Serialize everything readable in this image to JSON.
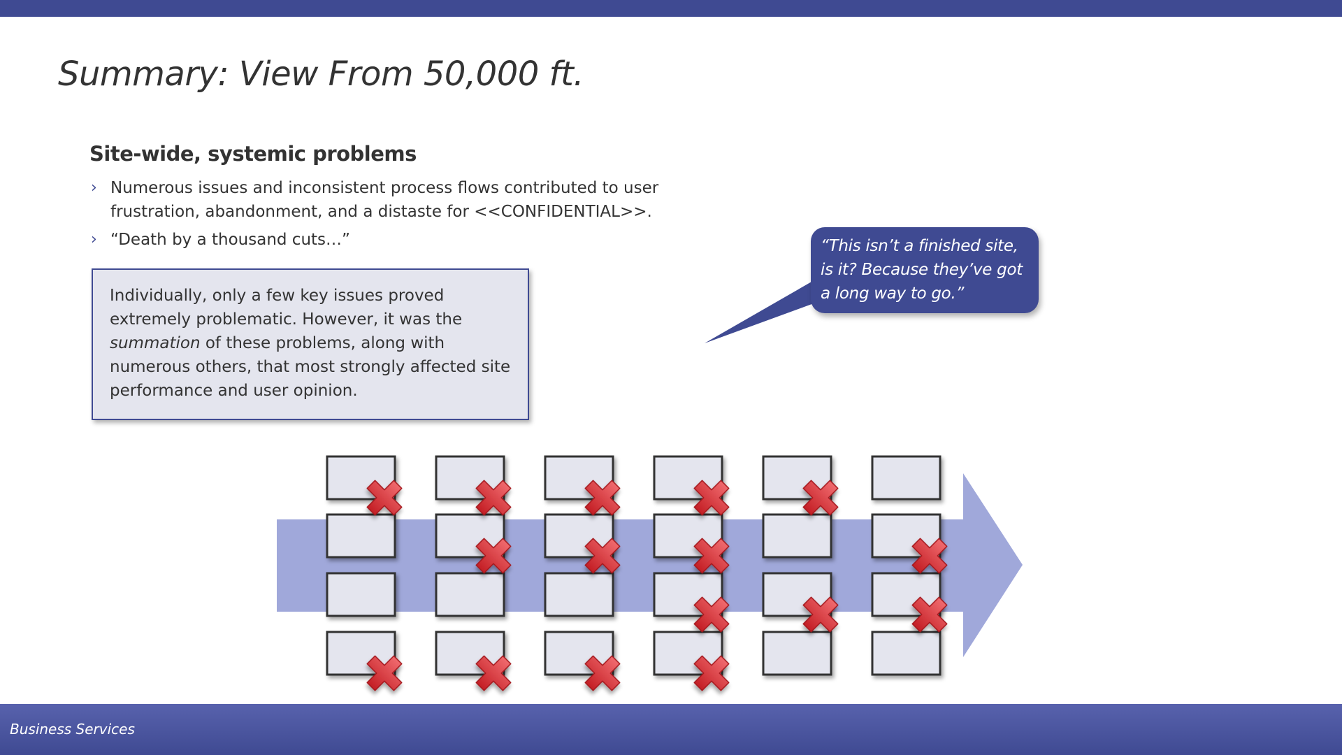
{
  "title": "Summary: View From 50,000 ft.",
  "section": {
    "heading": "Site-wide, systemic problems",
    "bullets": [
      "Numerous issues and inconsistent process flows contributed to user frustration, abandonment, and a distaste for <<CONFIDENTIAL>>.",
      "“Death by a thousand cuts…”"
    ],
    "bullet_glyph": "›"
  },
  "callout": {
    "before": "Individually, only a few key issues proved extremely problematic. However, it was the ",
    "emphasis": "summation",
    "after": " of these problems, along with numerous others, that most strongly affected site performance and user opinion."
  },
  "quote": "“This isn’t a finished site, is it? Because they’ve got a long way to go.”",
  "diagram": {
    "icon": "red-x-icon",
    "colors": {
      "arrow": "#a0a8da",
      "box": "#e4e5ee",
      "x": "#d63035",
      "accent": "#3f4a92"
    },
    "issues_by_column": [
      [
        true,
        false,
        false,
        true
      ],
      [
        true,
        true,
        false,
        true
      ],
      [
        true,
        true,
        false,
        true
      ],
      [
        true,
        true,
        true,
        true
      ],
      [
        true,
        false,
        true,
        false
      ],
      [
        false,
        true,
        true,
        false
      ]
    ]
  },
  "footer": {
    "label": "Business Services"
  }
}
